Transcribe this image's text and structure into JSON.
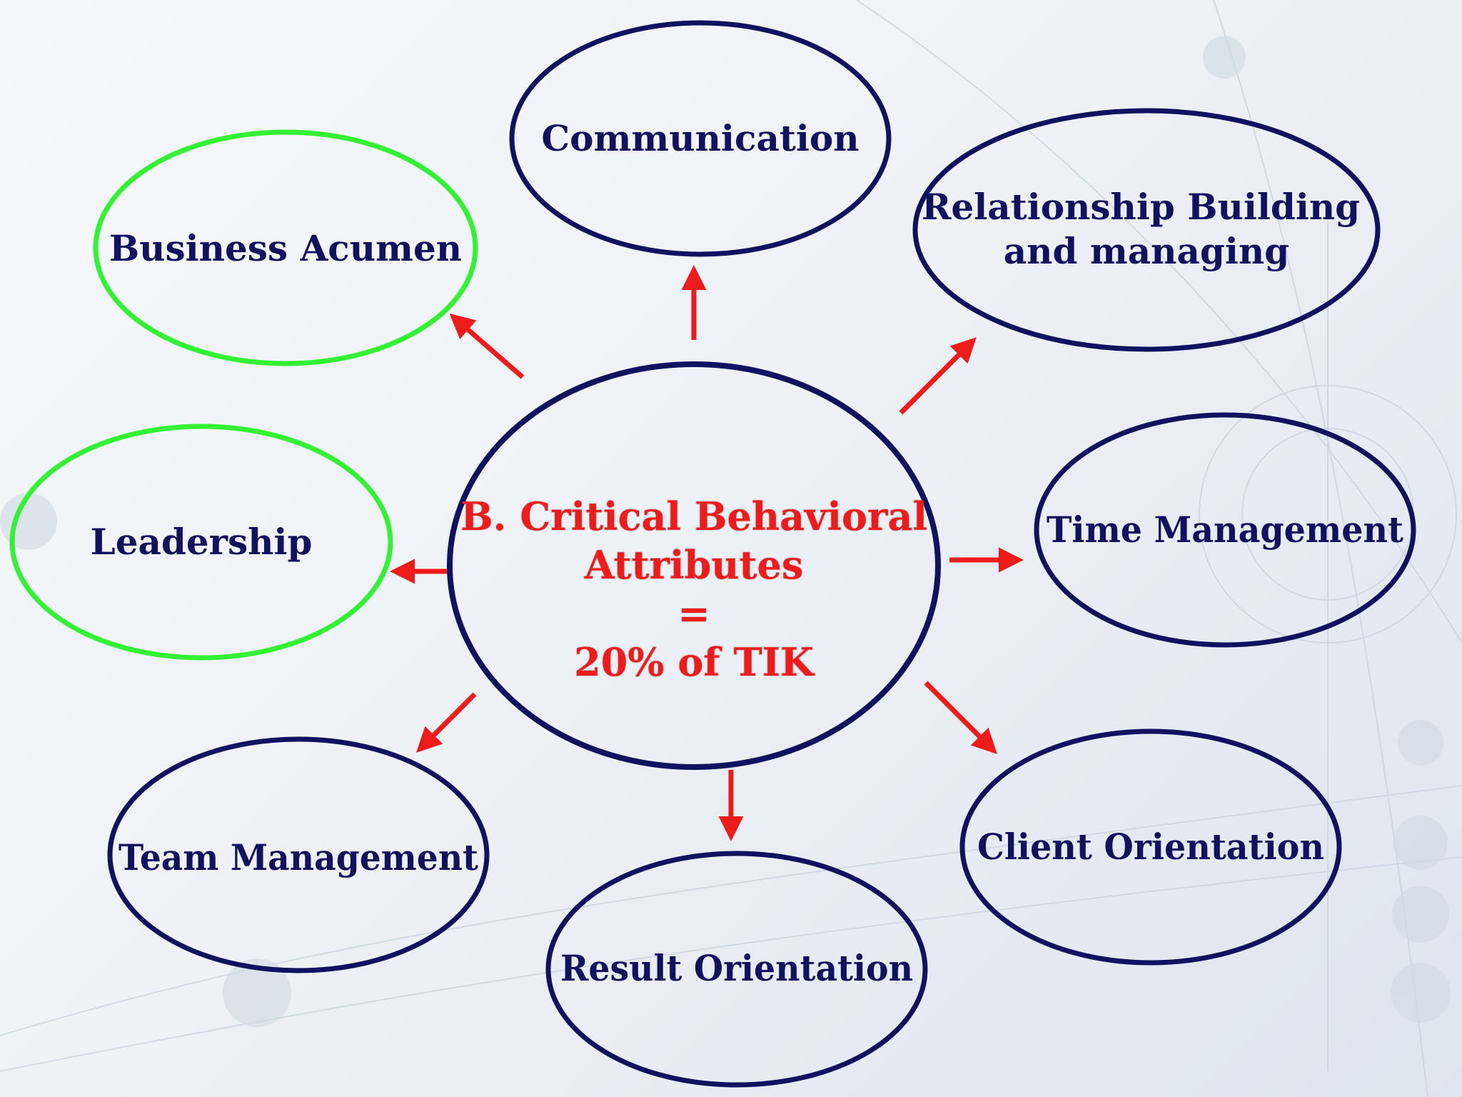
{
  "colors": {
    "node_border": "#10125f",
    "highlight_border": "#33f233",
    "node_text": "#10125f",
    "center_text": "#ee1b1b",
    "arrow": "#ee1b1b"
  },
  "center": {
    "lines": [
      "B. Critical Behavioral",
      "Attributes",
      "=",
      "20% of TIK"
    ]
  },
  "nodes": [
    {
      "id": "communication",
      "lines": [
        "Communication"
      ],
      "highlight": false
    },
    {
      "id": "business-acumen",
      "lines": [
        "Business Acumen"
      ],
      "highlight": true
    },
    {
      "id": "relationship-building",
      "lines": [
        "Relationship Building",
        "and managing"
      ],
      "highlight": false
    },
    {
      "id": "leadership",
      "lines": [
        "Leadership"
      ],
      "highlight": true
    },
    {
      "id": "time-management",
      "lines": [
        "Time Management"
      ],
      "highlight": false
    },
    {
      "id": "team-management",
      "lines": [
        "Team Management"
      ],
      "highlight": false
    },
    {
      "id": "result-orientation",
      "lines": [
        "Result Orientation"
      ],
      "highlight": false
    },
    {
      "id": "client-orientation",
      "lines": [
        "Client Orientation"
      ],
      "highlight": false
    }
  ]
}
